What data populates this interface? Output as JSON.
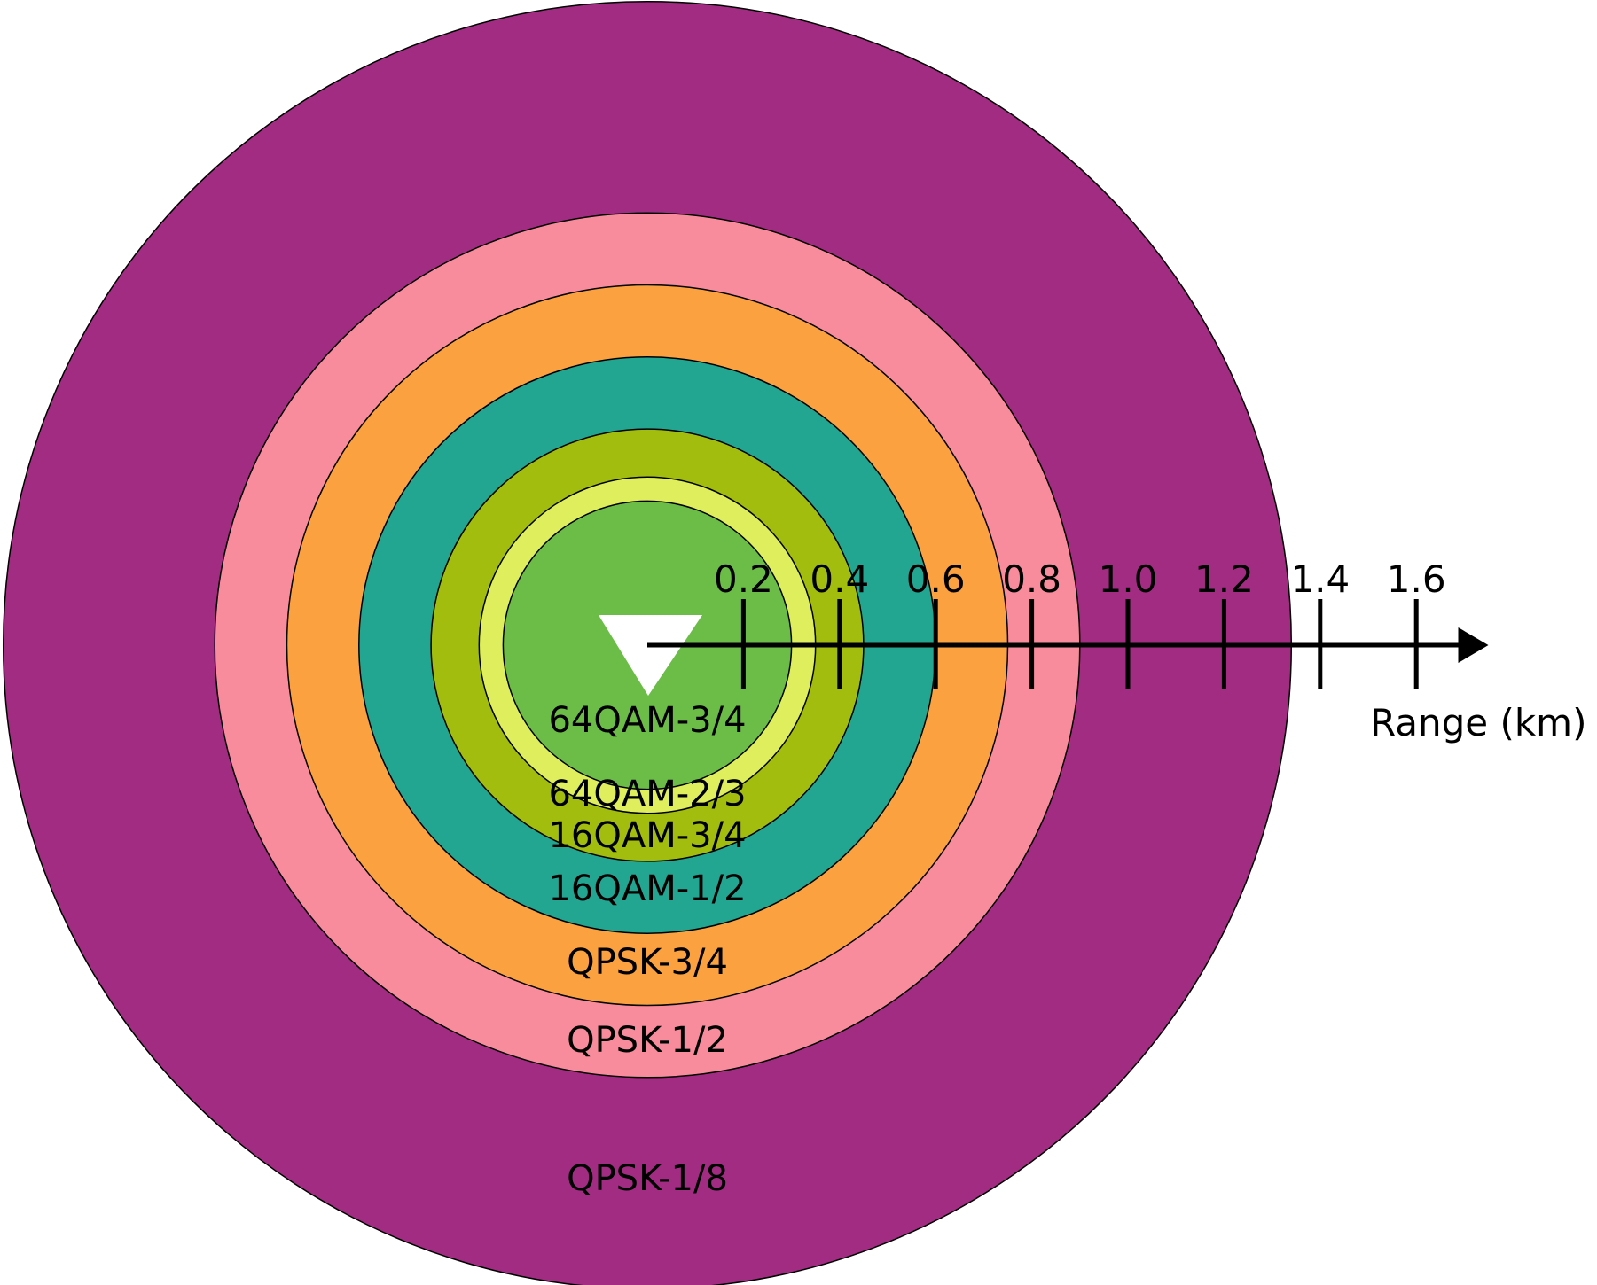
{
  "chart_data": {
    "type": "diagram",
    "title": "",
    "axis": {
      "label": "Range (km)",
      "ticks": [
        0.2,
        0.4,
        0.6,
        0.8,
        1.0,
        1.2,
        1.4,
        1.6
      ],
      "tick_labels": [
        "0.2",
        "0.4",
        "0.6",
        "0.8",
        "1.0",
        "1.2",
        "1.4",
        "1.6"
      ],
      "max": 1.75
    },
    "zones": [
      {
        "name": "QPSK-1/8",
        "radius_km": 1.34,
        "color": "#A32C83"
      },
      {
        "name": "QPSK-1/2",
        "radius_km": 0.9,
        "color": "#F88C9C"
      },
      {
        "name": "QPSK-3/4",
        "radius_km": 0.75,
        "color": "#FCA13F"
      },
      {
        "name": "16QAM-1/2",
        "radius_km": 0.6,
        "color": "#22A591"
      },
      {
        "name": "16QAM-3/4",
        "radius_km": 0.45,
        "color": "#A3BD0E"
      },
      {
        "name": "64QAM-2/3",
        "radius_km": 0.35,
        "color": "#DFEE5C"
      },
      {
        "name": "64QAM-3/4",
        "radius_km": 0.3,
        "color": "#6CBD47"
      }
    ],
    "base_station_icon": "inverted-triangle-icon"
  }
}
